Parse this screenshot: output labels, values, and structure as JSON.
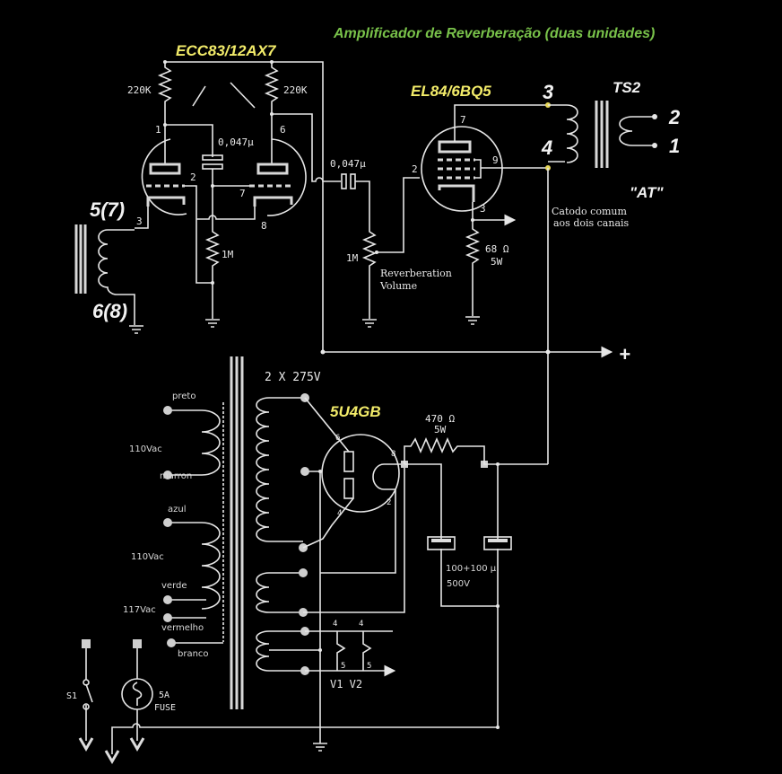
{
  "title": "Amplificador de Reverberação (duas unidades)",
  "tubes": {
    "preamp": "ECC83/12AX7",
    "power": "EL84/6BQ5",
    "rectifier": "5U4GB"
  },
  "preamp": {
    "r_plate_left": "220K",
    "r_plate_right": "220K",
    "c_coupling": "0,047µ",
    "r_cathode": "1M",
    "pins": [
      "1",
      "2",
      "3",
      "6",
      "7",
      "8"
    ],
    "input_coil_top": "5(7)",
    "input_coil_bottom": "6(8)"
  },
  "volume": {
    "c_coupling": "0,047µ",
    "pot": "1M",
    "label_line1": "Reverberation",
    "label_line2": "Volume"
  },
  "power_stage": {
    "pins": [
      "7",
      "9",
      "2",
      "3"
    ],
    "r_cathode": "68 Ω",
    "r_cathode_power": "5W",
    "note_line1": "Catodo comum",
    "note_line2": "aos dois canais"
  },
  "output_transformer": {
    "name": "TS2",
    "primary_top": "3",
    "primary_bottom": "4",
    "secondary_top": "2",
    "secondary_bottom": "1",
    "type": "\"AT\""
  },
  "b_plus": "+",
  "power_supply": {
    "secondary": "2 X 275V",
    "primary_wires": [
      "preto",
      "marron",
      "azul",
      "verde",
      "vermelho",
      "branco"
    ],
    "primary_voltages": [
      "110Vac",
      "110Vac",
      "117Vac"
    ],
    "rectifier_pins": [
      "6",
      "8",
      "4",
      "2"
    ],
    "r_filter": "470 Ω",
    "r_filter_power": "5W",
    "c_filter": "100+100 µ",
    "c_filter_voltage": "500V",
    "heater_pins": [
      "4",
      "4",
      "5",
      "5"
    ],
    "heaters": "V1  V2",
    "switch": "S1",
    "fuse": "5A",
    "fuse_label": "FUSE"
  },
  "colors": {
    "background": "#000000",
    "wire": "#e6e6e6",
    "title": "#79c24a",
    "tube_label": "#f3ec6a"
  }
}
